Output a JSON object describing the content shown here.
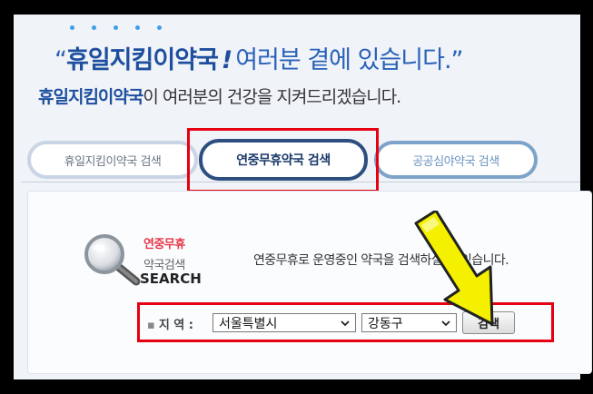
{
  "header": {
    "quote_open": "“",
    "brand": "휴일지킴이약국",
    "bang": "!",
    "headline_rest": "여러분 곁에 있습니다.",
    "quote_close": "”",
    "sub_brand": "휴일지킴이약국",
    "sub_rest": "이 여러분의 건강을 지켜드리겠습니다."
  },
  "tabs": [
    {
      "label": "휴일지킴이약국 검색"
    },
    {
      "label": "연중무휴약국 검색"
    },
    {
      "label": "공공심야약국 검색"
    }
  ],
  "panel": {
    "title_red": "연중무휴",
    "title_gray": "약국검색",
    "title_en": "SEARCH",
    "description": "연중무휴로 운영중인 약국을 검색하실 수 있습니다."
  },
  "search_form": {
    "region_label": "지 역 :",
    "city_value": "서울특별시",
    "district_value": "강동구",
    "search_button": "검색"
  },
  "colors": {
    "highlight_red": "#e60012",
    "arrow_yellow": "#f5f000",
    "brand_blue": "#1d4f9e"
  }
}
